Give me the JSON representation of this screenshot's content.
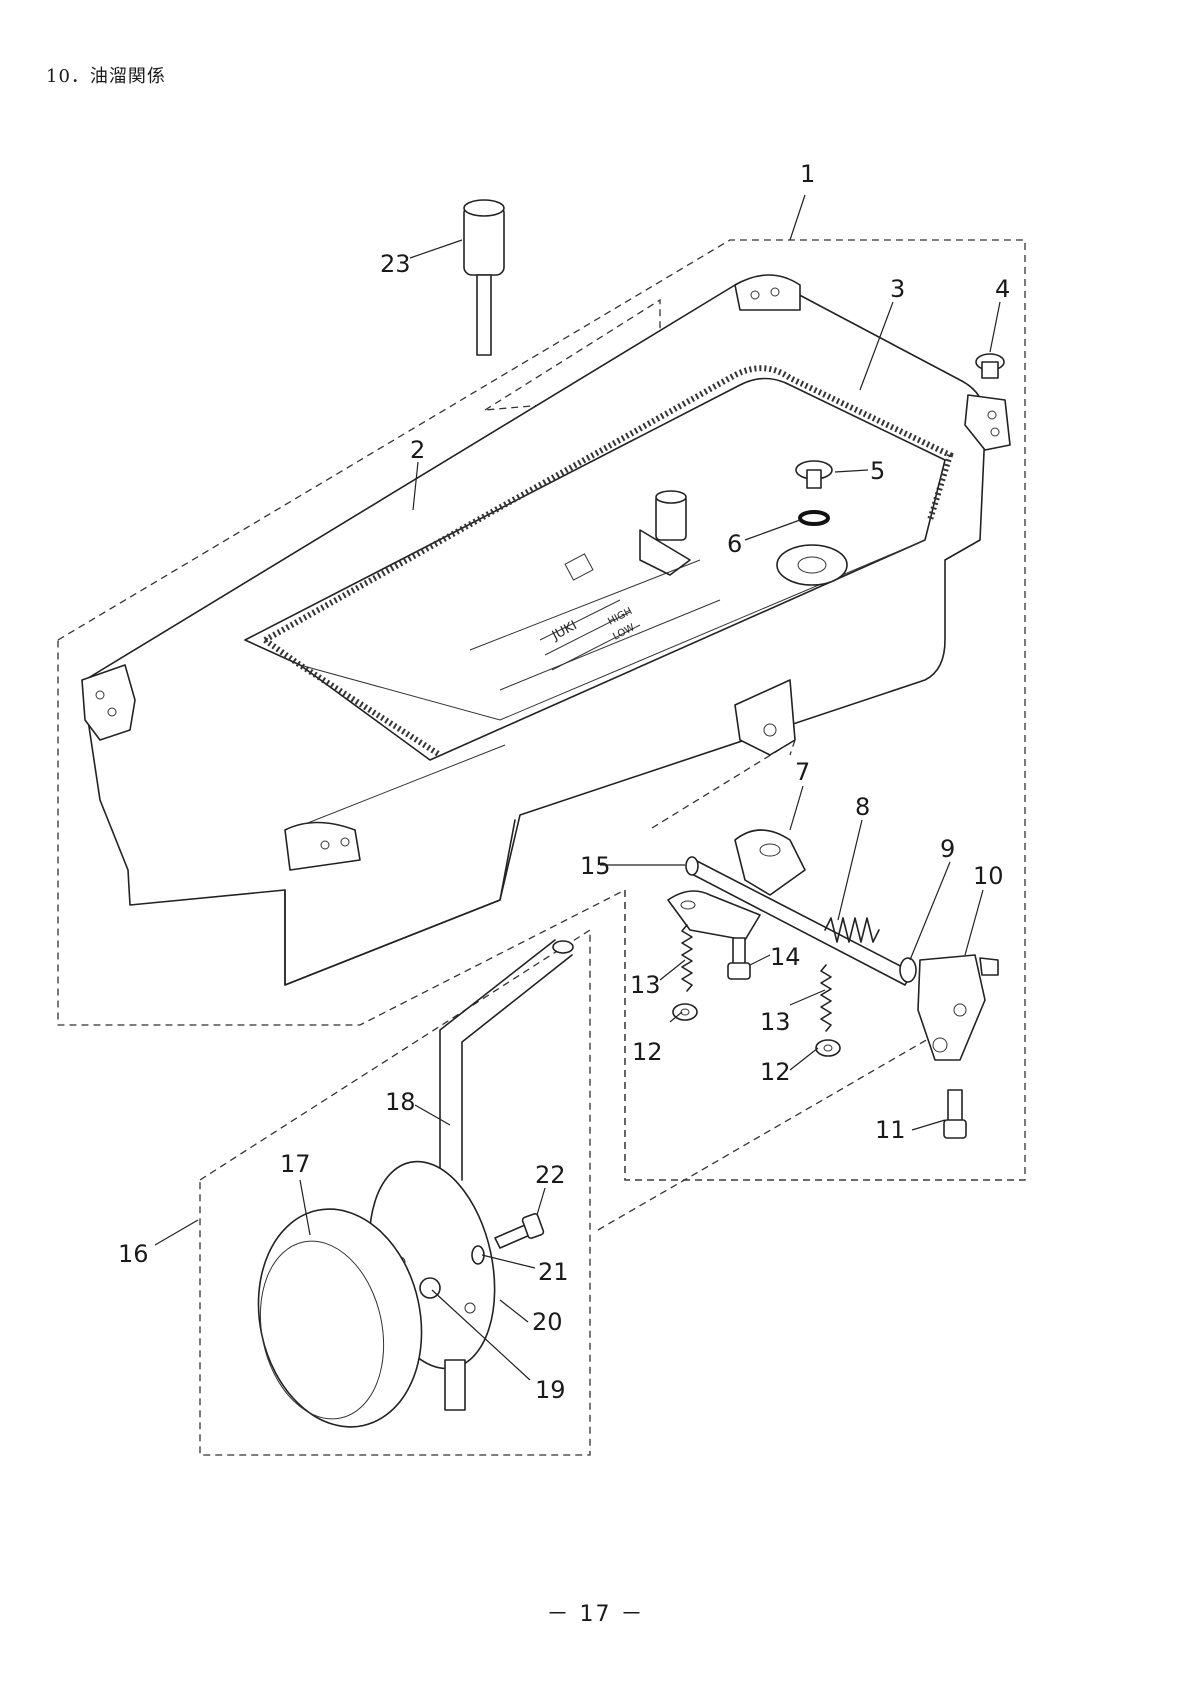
{
  "heading": "10．油溜関係",
  "page_number": "－ 17 －",
  "callouts": [
    {
      "id": "c1",
      "label": "1"
    },
    {
      "id": "c2",
      "label": "2"
    },
    {
      "id": "c3",
      "label": "3"
    },
    {
      "id": "c4",
      "label": "4"
    },
    {
      "id": "c5",
      "label": "5"
    },
    {
      "id": "c6",
      "label": "6"
    },
    {
      "id": "c7",
      "label": "7"
    },
    {
      "id": "c8",
      "label": "8"
    },
    {
      "id": "c9",
      "label": "9"
    },
    {
      "id": "c10",
      "label": "10"
    },
    {
      "id": "c11",
      "label": "11"
    },
    {
      "id": "c12a",
      "label": "12"
    },
    {
      "id": "c12b",
      "label": "12"
    },
    {
      "id": "c13a",
      "label": "13"
    },
    {
      "id": "c13b",
      "label": "13"
    },
    {
      "id": "c14",
      "label": "14"
    },
    {
      "id": "c15",
      "label": "15"
    },
    {
      "id": "c16",
      "label": "16"
    },
    {
      "id": "c17",
      "label": "17"
    },
    {
      "id": "c18",
      "label": "18"
    },
    {
      "id": "c19",
      "label": "19"
    },
    {
      "id": "c20",
      "label": "20"
    },
    {
      "id": "c21",
      "label": "21"
    },
    {
      "id": "c22",
      "label": "22"
    },
    {
      "id": "c23",
      "label": "23"
    }
  ]
}
